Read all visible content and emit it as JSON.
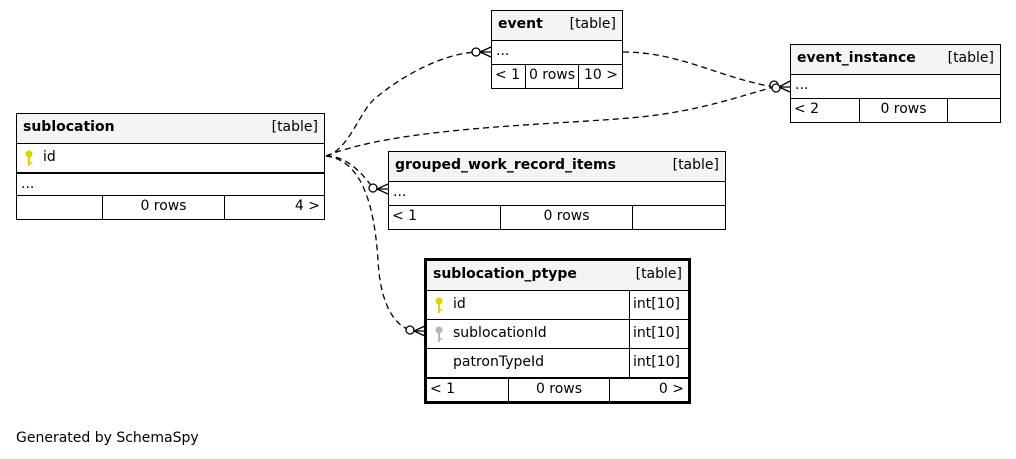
{
  "tables": {
    "sublocation": {
      "name": "sublocation",
      "kind": "[table]",
      "columns": [
        {
          "name": "id",
          "key": "primary"
        }
      ],
      "ellipsis": "...",
      "footer": {
        "parents": "",
        "rows": "0 rows",
        "children": "4 >"
      }
    },
    "event": {
      "name": "event",
      "kind": "[table]",
      "ellipsis": "...",
      "footer": {
        "parents": "< 1",
        "rows": "0 rows",
        "children": "10 >"
      }
    },
    "event_instance": {
      "name": "event_instance",
      "kind": "[table]",
      "ellipsis": "...",
      "footer": {
        "parents": "< 2",
        "rows": "0 rows",
        "children": ""
      }
    },
    "grouped_work_record_items": {
      "name": "grouped_work_record_items",
      "kind": "[table]",
      "ellipsis": "...",
      "footer": {
        "parents": "< 1",
        "rows": "0 rows",
        "children": ""
      }
    },
    "sublocation_ptype": {
      "name": "sublocation_ptype",
      "kind": "[table]",
      "columns": [
        {
          "name": "id",
          "type": "int[10]",
          "key": "primary"
        },
        {
          "name": "sublocationId",
          "type": "int[10]",
          "key": "foreign"
        },
        {
          "name": "patronTypeId",
          "type": "int[10]",
          "key": "none"
        }
      ],
      "footer": {
        "parents": "< 1",
        "rows": "0 rows",
        "children": "0 >"
      }
    }
  },
  "relationships": [
    {
      "from": "sublocation",
      "to": "event"
    },
    {
      "from": "sublocation",
      "to": "event_instance"
    },
    {
      "from": "event",
      "to": "event_instance"
    },
    {
      "from": "sublocation",
      "to": "grouped_work_record_items"
    },
    {
      "from": "sublocation",
      "to": "sublocation_ptype"
    }
  ],
  "colors": {
    "primary_key": "#e0d000",
    "foreign_key": "#b8b8b8",
    "header_bg": "#f4f4f4",
    "line": "#000000"
  },
  "footer_text": "Generated by SchemaSpy"
}
